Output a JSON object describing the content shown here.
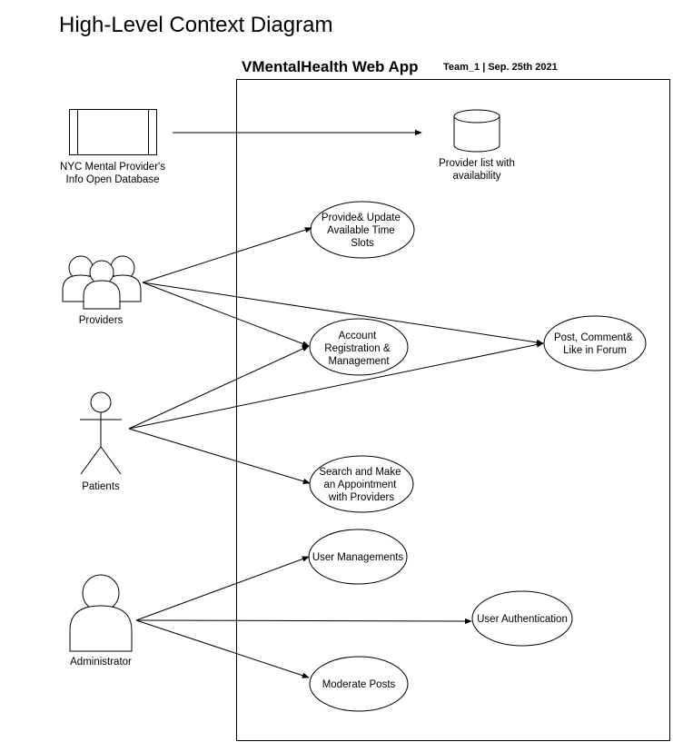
{
  "title": "High-Level Context Diagram",
  "system": {
    "name": "VMentalHealth Web App",
    "subtitle": "Team_1 | Sep. 25th 2021"
  },
  "external": {
    "database_label": "NYC Mental Provider's\nInfo Open Database"
  },
  "datastore": {
    "label": "Provider list with\navailability"
  },
  "actors": {
    "providers": "Providers",
    "patients": "Patients",
    "administrator": "Administrator"
  },
  "use_cases": {
    "time_slots": [
      "Provide& Update",
      "Available Time",
      "Slots"
    ],
    "account": [
      "Account",
      "Registration &",
      "Management"
    ],
    "forum": [
      "Post, Comment&",
      "Like in Forum"
    ],
    "appointment": [
      "Search and Make",
      "an Appointment",
      "with Providers"
    ],
    "user_mgmt": [
      "User Managements"
    ],
    "auth": [
      "User Authentication"
    ],
    "moderate": [
      "Moderate Posts"
    ]
  },
  "colors": {
    "stroke": "#000000",
    "fill": "#ffffff"
  }
}
